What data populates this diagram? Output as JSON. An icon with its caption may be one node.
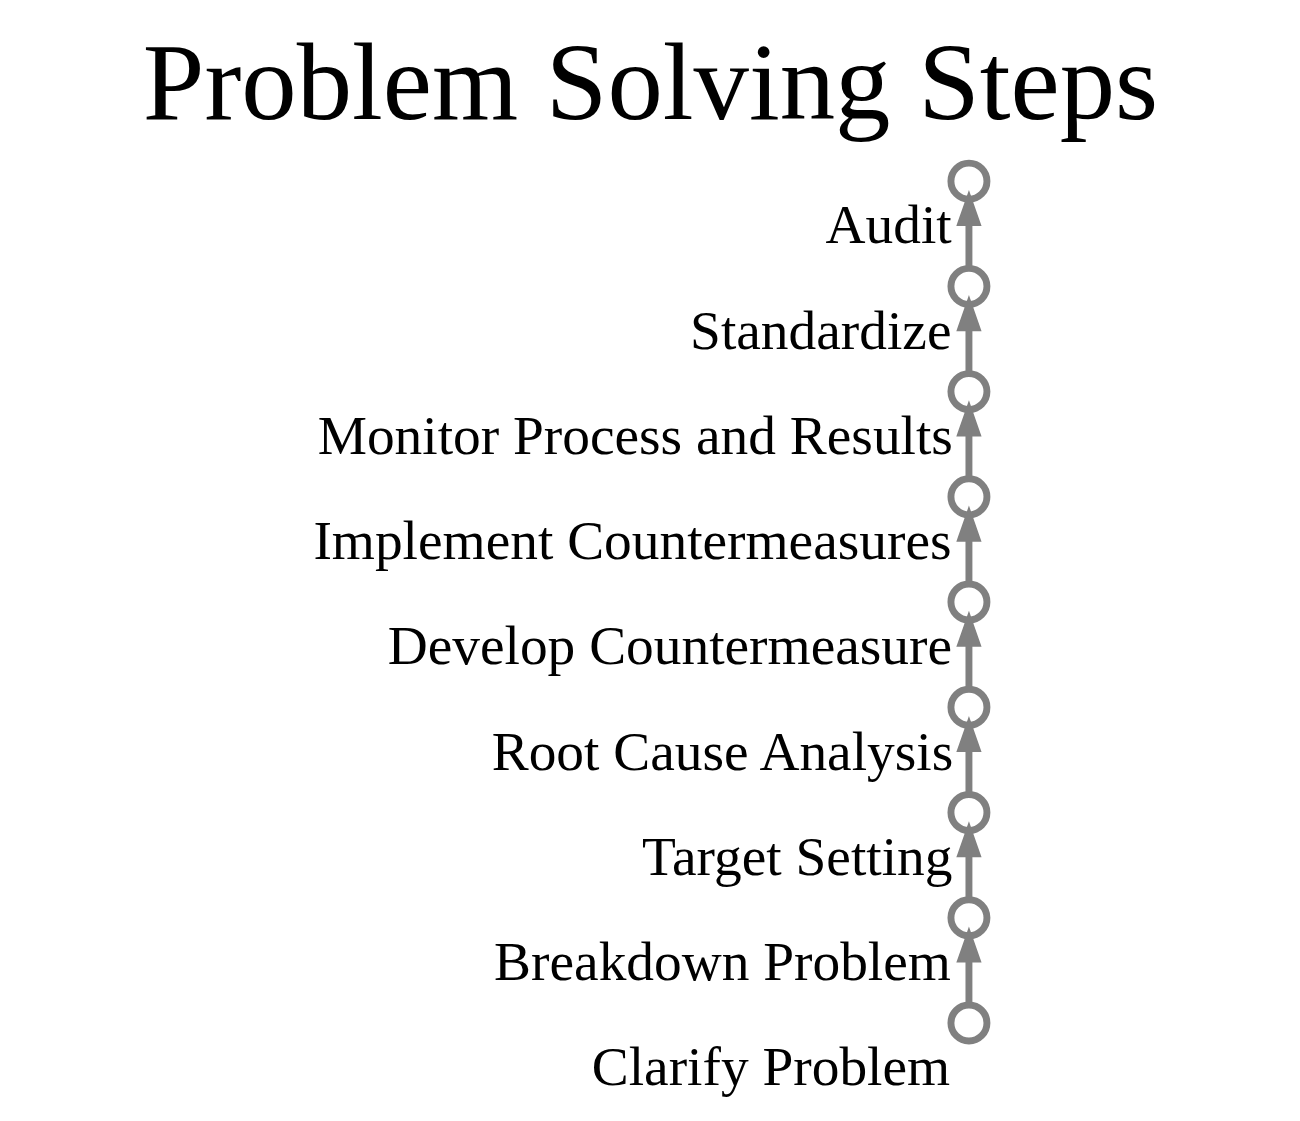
{
  "diagram": {
    "title": "Problem Solving Steps",
    "nodes": [
      {
        "text": [],
        "shape": "circle",
        "beside": [
          "Clarify Problem"
        ]
      },
      {
        "text": [],
        "shape": "circle",
        "beside": [
          "Breakdown Problem"
        ]
      },
      {
        "text": [],
        "shape": "circle",
        "beside": [
          "Target Setting"
        ]
      },
      {
        "text": [],
        "shape": "circle",
        "beside": [
          "Root Cause Analysis"
        ]
      },
      {
        "text": [],
        "shape": "circle",
        "beside": [
          "Develop Countermeasure"
        ]
      },
      {
        "text": [],
        "shape": "circle",
        "beside": [
          "Implement Countermeasures"
        ]
      },
      {
        "text": [],
        "shape": "circle",
        "beside": [
          "Monitor Process and Results"
        ]
      },
      {
        "text": [],
        "shape": "circle",
        "beside": [
          "Standardize"
        ]
      },
      {
        "text": [],
        "shape": "circle",
        "beside": [
          "Audit"
        ]
      }
    ],
    "edges": [
      {
        "from": 0,
        "to": 1,
        "arrow": "to"
      },
      {
        "from": 1,
        "to": 2,
        "arrow": "to"
      },
      {
        "from": 2,
        "to": 3,
        "arrow": "to"
      },
      {
        "from": 3,
        "to": 4,
        "arrow": "to"
      },
      {
        "from": 4,
        "to": 5,
        "arrow": "to"
      },
      {
        "from": 5,
        "to": 6,
        "arrow": "to"
      },
      {
        "from": 6,
        "to": 7,
        "arrow": "to"
      },
      {
        "from": 7,
        "to": 8,
        "arrow": "to"
      }
    ]
  }
}
